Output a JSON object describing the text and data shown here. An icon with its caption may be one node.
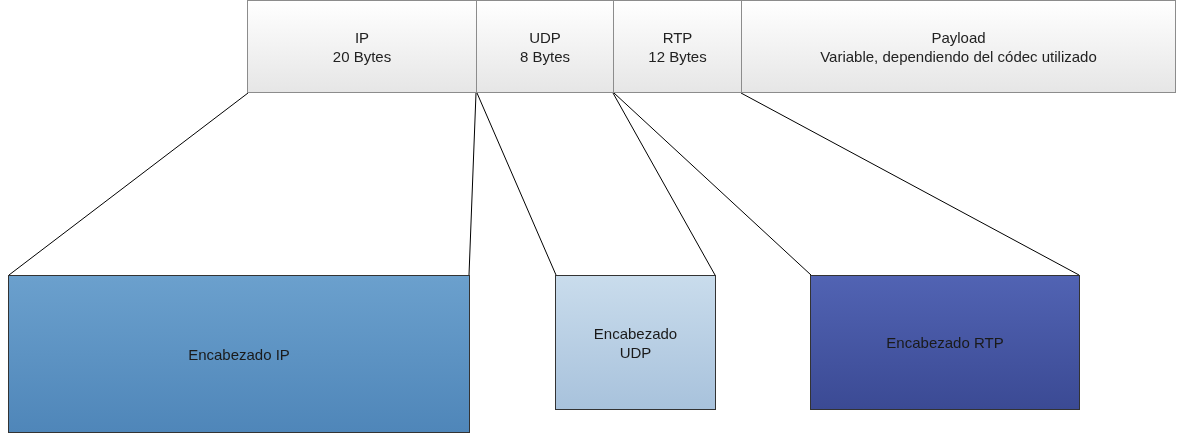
{
  "diagram": {
    "nodes": [
      {
        "text": [
          "IP",
          "20 Bytes"
        ]
      },
      {
        "text": [
          "UDP",
          "8 Bytes"
        ]
      },
      {
        "text": [
          "RTP",
          "12 Bytes"
        ]
      },
      {
        "text": [
          "Payload",
          "Variable, dependiendo del códec utilizado"
        ]
      },
      {
        "text": [
          "Encabezado IP"
        ]
      },
      {
        "text": [
          "Encabezado UDP"
        ]
      },
      {
        "text": [
          "Encabezado RTP"
        ]
      }
    ],
    "edges": [
      {
        "from": 0,
        "to": 4,
        "arrow": "none"
      },
      {
        "from": 0,
        "to": 4,
        "arrow": "none"
      },
      {
        "from": 1,
        "to": 5,
        "arrow": "none"
      },
      {
        "from": 1,
        "to": 5,
        "arrow": "none"
      },
      {
        "from": 2,
        "to": 6,
        "arrow": "none"
      },
      {
        "from": 2,
        "to": 6,
        "arrow": "none"
      }
    ]
  }
}
